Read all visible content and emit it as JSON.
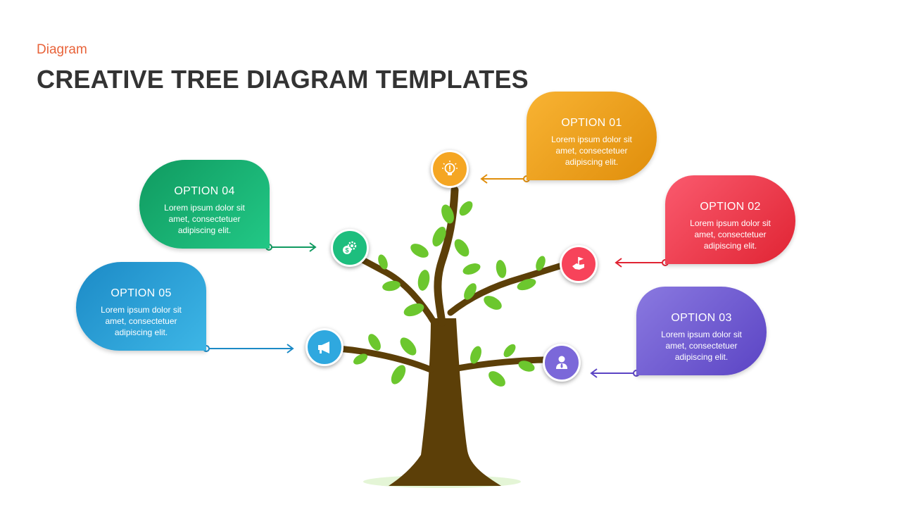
{
  "header": {
    "subtitle": "Diagram",
    "title": "CREATIVE TREE DIAGRAM TEMPLATES"
  },
  "options": [
    {
      "id": "01",
      "title": "OPTION  01",
      "text": "Lorem ipsum dolor sit amet, consectetuer adipiscing elit.",
      "color": "#F5A623",
      "color_dark": "#E08E0B",
      "icon": "lightbulb-icon"
    },
    {
      "id": "02",
      "title": "OPTION  02",
      "text": "Lorem ipsum dolor sit amet, consectetuer adipiscing elit.",
      "color": "#F7435A",
      "color_dark": "#E02433",
      "icon": "handshake-flag-icon"
    },
    {
      "id": "03",
      "title": "OPTION  03",
      "text": "Lorem ipsum dolor sit amet, consectetuer adipiscing elit.",
      "color": "#7B68D9",
      "color_dark": "#5B44C4",
      "icon": "businessman-icon"
    },
    {
      "id": "04",
      "title": "OPTION  04",
      "text": "Lorem ipsum dolor sit amet, consectetuer adipiscing elit.",
      "color": "#1DBE7E",
      "color_dark": "#109A60",
      "icon": "money-gear-icon"
    },
    {
      "id": "05",
      "title": "OPTION  05",
      "text": "Lorem ipsum dolor sit amet, consectetuer adipiscing elit.",
      "color": "#2FA8DF",
      "color_dark": "#1C8AC6",
      "icon": "megaphone-icon"
    }
  ],
  "colors": {
    "trunk": "#5C3F08",
    "leaf": "#6CC72E",
    "leaf_dark": "#4CAF25",
    "ground": "#E4F5D6"
  }
}
